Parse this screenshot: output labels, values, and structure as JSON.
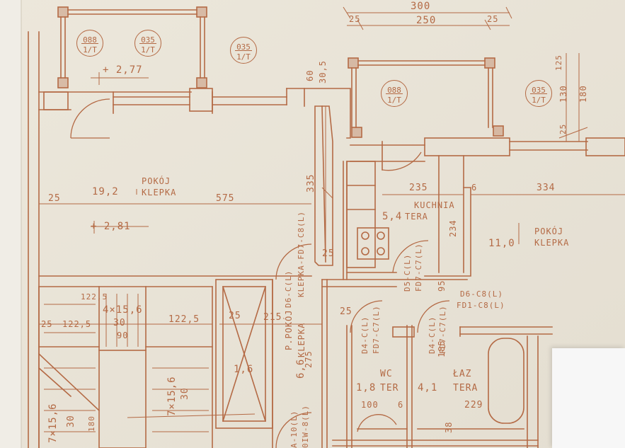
{
  "colors": {
    "paper": "#e9e4d8",
    "ink": "#b46a45",
    "wall": "#b46a45"
  },
  "dims_top": {
    "d300": "300",
    "d25a": "25",
    "d250": "250",
    "d25b": "25"
  },
  "circles": [
    {
      "top": "088",
      "bottom": "1/T"
    },
    {
      "top": "035",
      "bottom": "1/T"
    },
    {
      "top": "035",
      "bottom": "1/T"
    },
    {
      "top": "088",
      "bottom": "1/T"
    },
    {
      "top": "035",
      "bottom": "1/T"
    }
  ],
  "levels": {
    "l1": "+ 2,77",
    "l2": "+ 2,81"
  },
  "rooms": {
    "pokoj1": {
      "name": "POKÓJ",
      "area": "19,2",
      "floor": "KLEPKA"
    },
    "kuchnia": {
      "name": "KUCHNIA",
      "area": "5,4",
      "floor": "TERA"
    },
    "pokoj2": {
      "name": "POKÓJ",
      "area": "11,0",
      "floor": "KLEPKA"
    },
    "pokoj3": {
      "name": "P.POKÓJ",
      "area": "6,6",
      "floor": "KLEPKA"
    },
    "wc": {
      "name": "WC",
      "area": "1,8",
      "floor": "TER"
    },
    "laz": {
      "name": "ŁAZ",
      "area": "4,1",
      "floor": "TERA"
    },
    "closet": {
      "area": "1,6"
    }
  },
  "dims": {
    "d25left": "25",
    "d575": "575",
    "d335": "335",
    "d235": "235",
    "d6": "6",
    "d334": "334",
    "d60": "60",
    "d30_5": "30,5",
    "d125": "125",
    "d130": "130",
    "d180": "180",
    "d25r": "25",
    "d234": "234",
    "d95": "95",
    "d215": "215",
    "d275": "275",
    "d185": "185",
    "d229": "229",
    "d100": "100",
    "d6b": "6",
    "d38": "38",
    "d122_5a": "122,5",
    "d122_5b": "122,5",
    "d25s": "25",
    "d122_5c": "122,5",
    "d30": "30",
    "d90": "90",
    "d25m": "25",
    "d25b": "25",
    "d25c": "25",
    "stair1": "4×15,6",
    "stair2": "7×15,6",
    "stair3": "7×15,6",
    "d30b": "30",
    "d30c": "30",
    "d180b": "180"
  },
  "doors": {
    "d1": "D6-C(L)",
    "d1b": "KLEPKA-FD7-C8(L)",
    "d2": "D5-C(L)",
    "d2b": "FD7-C7(L)",
    "d3": "D6-C8(L)",
    "d3b": "FD1-C8(L)",
    "d4": "D4-C(L)",
    "d4b": "FD7-C7(L)",
    "d5": "D4-C(L)",
    "d5b": "FD7-C7(L)",
    "d6": "A-10(L)",
    "d6b": "0IW-8(L)"
  }
}
